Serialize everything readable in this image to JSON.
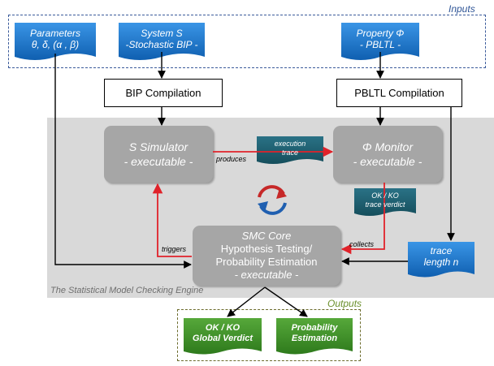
{
  "groups": {
    "inputs_label": "Inputs",
    "outputs_label": "Outputs",
    "engine_label": "The Statistical Model Checking Engine"
  },
  "inputs": {
    "parameters": {
      "line1": "Parameters",
      "line2": "θ, δ, (α , β)"
    },
    "system": {
      "line1": "System S",
      "line2": "-Stochastic BIP -"
    },
    "property": {
      "line1": "Property Φ",
      "line2": "- PBLTL -"
    }
  },
  "compilers": {
    "bip": "BIP Compilation",
    "pbltl": "PBLTL Compilation"
  },
  "engine": {
    "simulator": {
      "line1": "S Simulator",
      "line2": "- executable -"
    },
    "monitor": {
      "line1": "Φ Monitor",
      "line2": "- executable -"
    },
    "core": {
      "line1": "SMC Core",
      "line2": "Hypothesis Testing/",
      "line3": "Probability Estimation",
      "line4": "- executable -"
    },
    "execution_trace": {
      "line1": "execution",
      "line2": "trace"
    },
    "trace_verdict": {
      "line1": "OK / KO",
      "line2": "trace verdict"
    },
    "trace_length": {
      "line1": "trace",
      "line2": "length n"
    }
  },
  "arrow_labels": {
    "produces": "produces",
    "triggers": "triggers",
    "collects": "collects"
  },
  "outputs": {
    "global_verdict": {
      "line1": "OK / KO",
      "line2": "Global Verdict"
    },
    "probability": {
      "line1": "Probability",
      "line2": "Estimation"
    }
  },
  "colors": {
    "input_blue": "#1f7fd6",
    "teal_doc": "#1e5f70",
    "output_green": "#3f8f2a",
    "engine_grey": "#d9d9d9",
    "box_grey": "#a6a6a6",
    "red_arrow": "#e0222a",
    "dashed_blue": "#3b5b9b"
  },
  "icons": {
    "cycle": "circular-arrows-icon"
  }
}
